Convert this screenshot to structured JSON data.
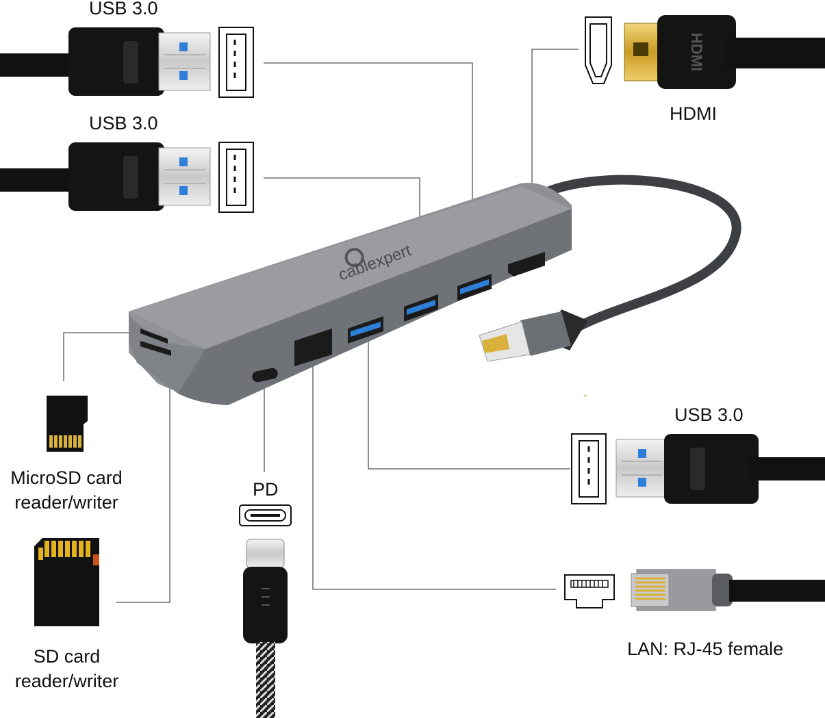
{
  "labels": {
    "usb_top_1": "USB 3.0",
    "usb_top_2": "USB 3.0",
    "hdmi": "HDMI",
    "usb_right": "USB 3.0",
    "microsd_line1": "MicroSD card",
    "microsd_line2": "reader/writer",
    "pd": "PD",
    "sd_line1": "SD card",
    "sd_line2": "reader/writer",
    "lan": "LAN: RJ-45 female"
  },
  "hub": {
    "brand": "cablexpert"
  },
  "hdmi_plug_text": "HDMI",
  "colors": {
    "cable": "#111111",
    "hub_top": "#8d8f93",
    "hub_front": "#6f7276",
    "usb_blue": "#2d7fd8",
    "gold": "#d9b13a",
    "leader_line": "#555555"
  }
}
